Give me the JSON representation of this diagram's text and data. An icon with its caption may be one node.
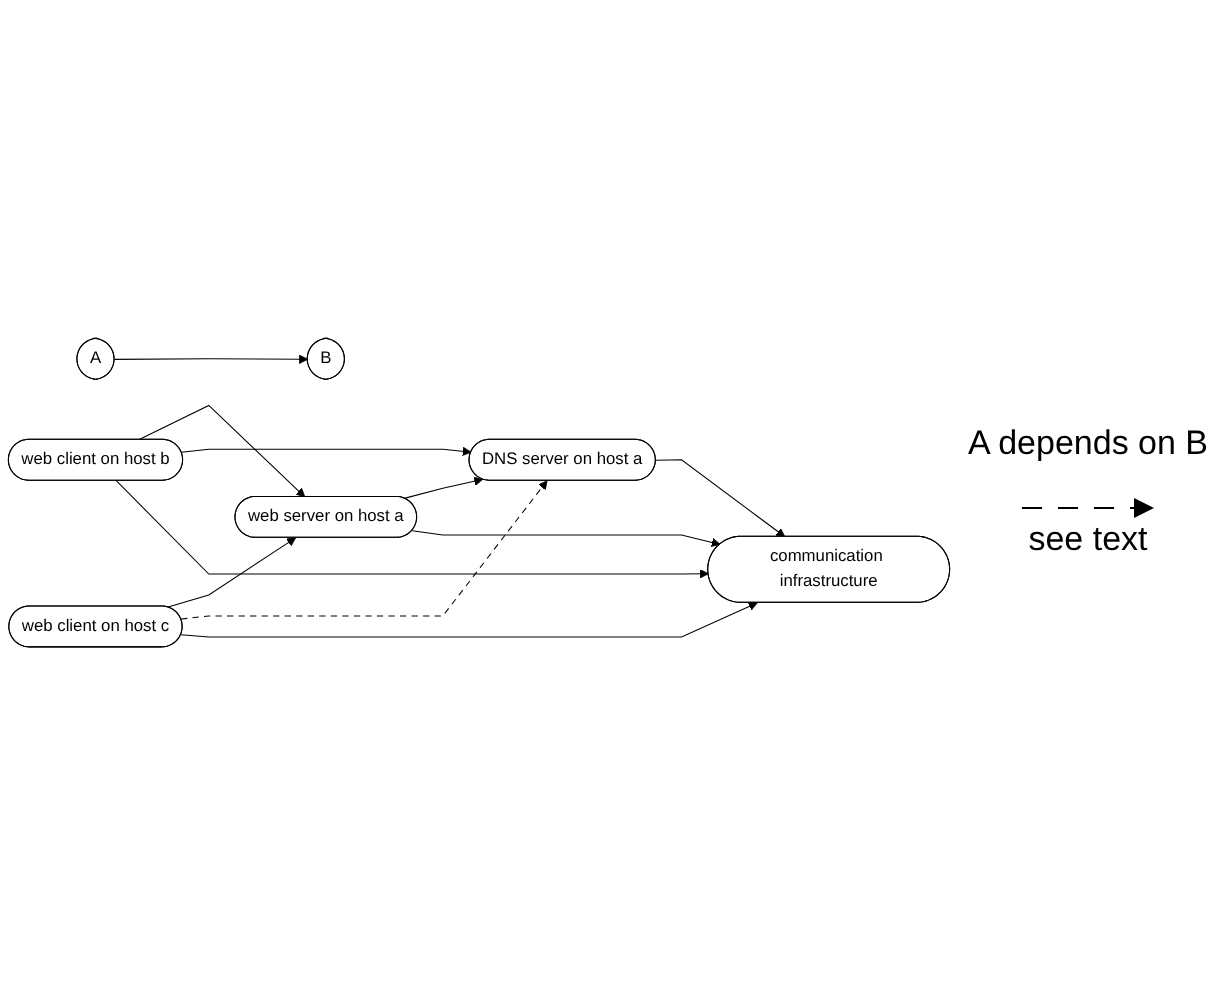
{
  "diagram": {
    "nodes": [
      {
        "text": [
          "web server on host a"
        ]
      },
      {
        "text": [
          "web client on host b"
        ]
      },
      {
        "text": [
          "DNS server on host a"
        ]
      },
      {
        "text": [
          "web client on host c"
        ]
      },
      {
        "text": [
          "communication infrastructure"
        ]
      },
      {
        "text": [
          "A"
        ]
      },
      {
        "text": [
          "B"
        ]
      }
    ],
    "edges": [
      {
        "from": 1,
        "to": 0,
        "arrow": "to"
      },
      {
        "from": 1,
        "to": 2,
        "arrow": "to"
      },
      {
        "from": 1,
        "to": 4,
        "arrow": "to"
      },
      {
        "from": 3,
        "to": 0,
        "arrow": "to"
      },
      {
        "from": 3,
        "to": 2,
        "arrow": "to",
        "style": "dashed"
      },
      {
        "from": 3,
        "to": 4,
        "arrow": "to"
      },
      {
        "from": 0,
        "to": 2,
        "arrow": "to"
      },
      {
        "from": 0,
        "to": 4,
        "arrow": "to"
      },
      {
        "from": 2,
        "to": 4,
        "arrow": "to"
      },
      {
        "from": 5,
        "to": 6,
        "arrow": "to"
      }
    ],
    "labels": [
      "A depends on B"
    ],
    "legend": [
      {
        "text": "see text"
      }
    ]
  }
}
